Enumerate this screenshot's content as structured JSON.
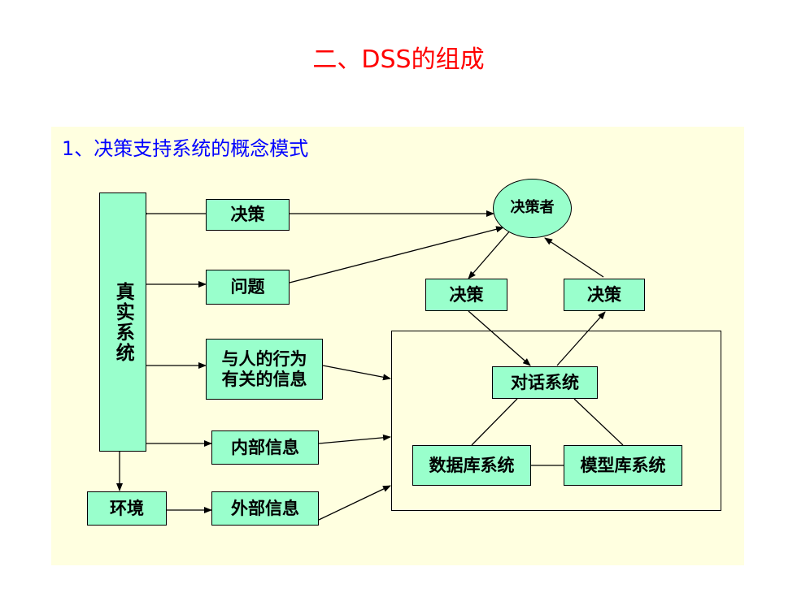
{
  "title": "二、DSS的组成",
  "subtitle": "1、决策支持系统的概念模式",
  "nodes": {
    "real_system": "真实系统",
    "environment": "环境",
    "decision_left": "决策",
    "problem": "问题",
    "human_behavior_info": "与人的行为有关的信息",
    "internal_info": "内部信息",
    "external_info": "外部信息",
    "decision_maker": "决策者",
    "decision_mid": "决策",
    "decision_right": "决策",
    "dialog_system": "对话系统",
    "database_system": "数据库系统",
    "model_base_system": "模型库系统"
  },
  "colors": {
    "title": "#ff0000",
    "subtitle": "#0000ff",
    "panel": "#ffffe0",
    "node_fill": "#99ffcc"
  }
}
